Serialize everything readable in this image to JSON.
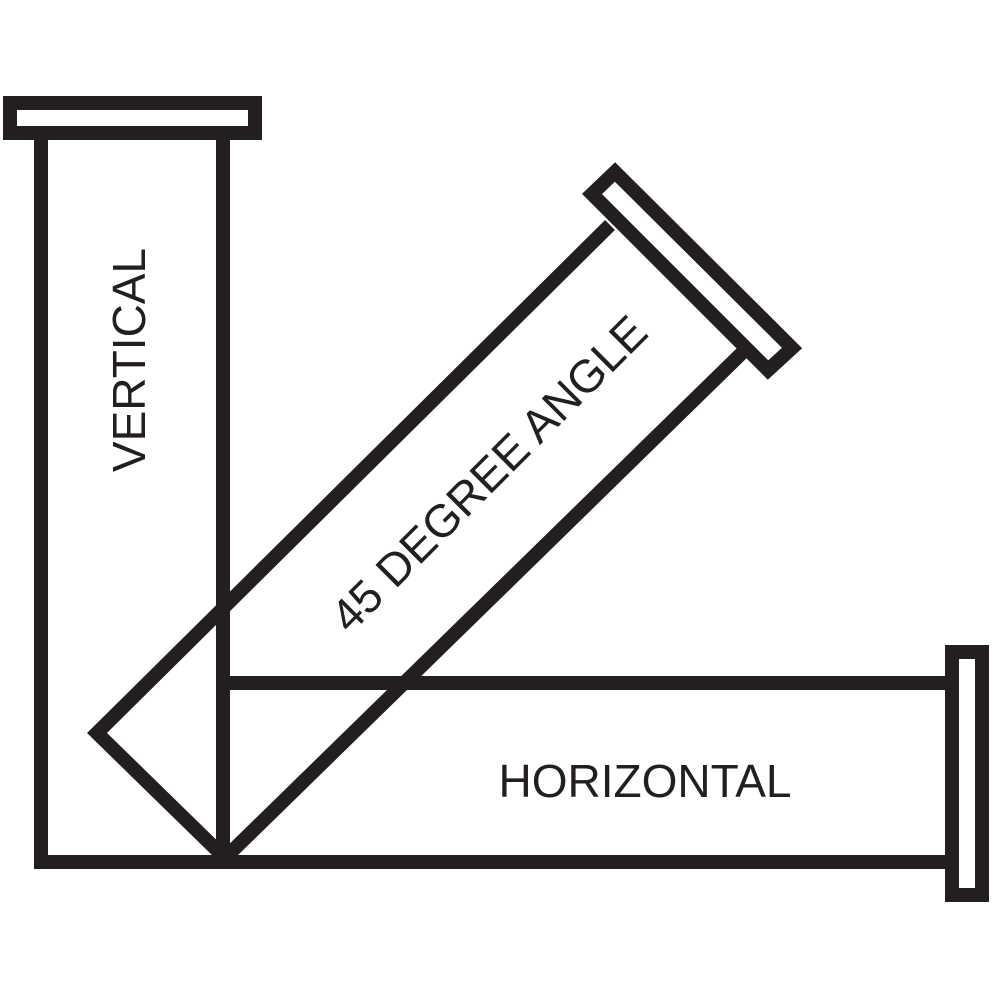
{
  "labels": {
    "vertical": "VERTICAL",
    "angle": "45 DEGREE ANGLE",
    "horizontal": "HORIZONTAL"
  },
  "colors": {
    "stroke": "#231f20",
    "background": "#ffffff"
  }
}
